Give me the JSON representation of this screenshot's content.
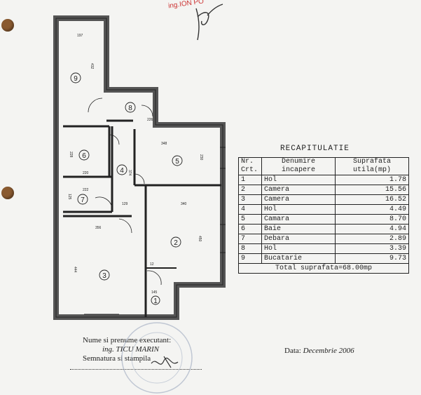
{
  "signature_stamp_text": "ing.ION PO",
  "plan": {
    "rooms": [
      {
        "no": "1"
      },
      {
        "no": "2"
      },
      {
        "no": "3"
      },
      {
        "no": "4"
      },
      {
        "no": "5"
      },
      {
        "no": "6"
      },
      {
        "no": "7"
      },
      {
        "no": "8"
      },
      {
        "no": "9"
      }
    ],
    "dimensions": [
      "197",
      "432",
      "226",
      "348",
      "230",
      "220",
      "228",
      "222",
      "125",
      "129",
      "356",
      "340",
      "450",
      "444",
      "12",
      "145",
      "374"
    ]
  },
  "recap": {
    "title": "RECAPITULATIE",
    "headers": {
      "nr_line1": "Nr.",
      "nr_line2": "Crt.",
      "name_line1": "Denumire",
      "name_line2": "incapere",
      "area_line1": "Suprafata",
      "area_line2": "utila(mp)"
    },
    "rows": [
      {
        "nr": "1",
        "name": "Hol",
        "area": "1.78"
      },
      {
        "nr": "2",
        "name": "Camera",
        "area": "15.56"
      },
      {
        "nr": "3",
        "name": "Camera",
        "area": "16.52"
      },
      {
        "nr": "4",
        "name": "Hol",
        "area": "4.49"
      },
      {
        "nr": "5",
        "name": "Camara",
        "area": "8.70"
      },
      {
        "nr": "6",
        "name": "Baie",
        "area": "4.94"
      },
      {
        "nr": "7",
        "name": "Debara",
        "area": "2.89"
      },
      {
        "nr": "8",
        "name": "Hol",
        "area": "3.39"
      },
      {
        "nr": "9",
        "name": "Bucatarie",
        "area": "9.73"
      }
    ],
    "total": "Total suprafata=68.00mp"
  },
  "executant": {
    "label": "Nume si prenume executant:",
    "name": "ing. TICU MARIN",
    "signature_label": "Semnatura si stampila"
  },
  "date": {
    "label": "Data:",
    "value": "Decembrie 2006"
  }
}
